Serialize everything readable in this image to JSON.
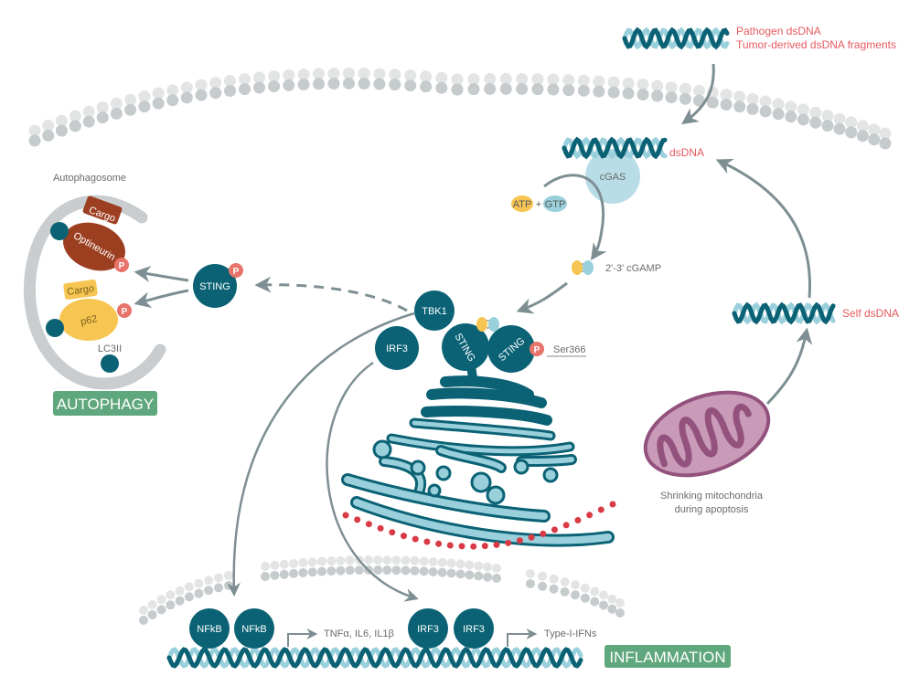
{
  "colors": {
    "teal_dark": "#0b6275",
    "teal_light": "#9ad0dc",
    "membrane_light": "#e3e4e4",
    "membrane_dark": "#c6cbcd",
    "label_red": "#e65a5f",
    "phospho": "#e8736b",
    "optineurin": "#9c3f20",
    "p62": "#f7c652",
    "autophagosome": "#c9cdcf",
    "badge_green": "#5fa77c",
    "mito_fill": "#c99bb9",
    "mito_stroke": "#93527d",
    "er_dots": "#d93b46",
    "arrow": "#7e8f94"
  },
  "labels": {
    "pathogen_dsdna": "Pathogen dsDNA",
    "tumor_dsdna": "Tumor-derived dsDNA fragments",
    "dsdna": "dsDNA",
    "cgas": "cGAS",
    "atp": "ATP",
    "plus": "+",
    "gtp": "GTP",
    "cgamp": "2'-3' cGAMP",
    "self_dsdna": "Self dsDNA",
    "mito_line1": "Shrinking mitochondria",
    "mito_line2": "during apoptosis",
    "tbk1": "TBK1",
    "irf3": "IRF3",
    "sting": "STING",
    "ser366": "Ser366",
    "phospho": "P",
    "autophagosome": "Autophagosome",
    "cargo": "Cargo",
    "optineurin": "Optineurin",
    "p62": "p62",
    "lc3ii": "LC3II",
    "nfkb": "NFkB",
    "nfkb_targets": "TNFα, IL6, IL1β",
    "irf3_targets": "Type-I-IFNs"
  },
  "badges": {
    "autophagy": "AUTOPHAGY",
    "inflammation": "INFLAMMATION"
  }
}
